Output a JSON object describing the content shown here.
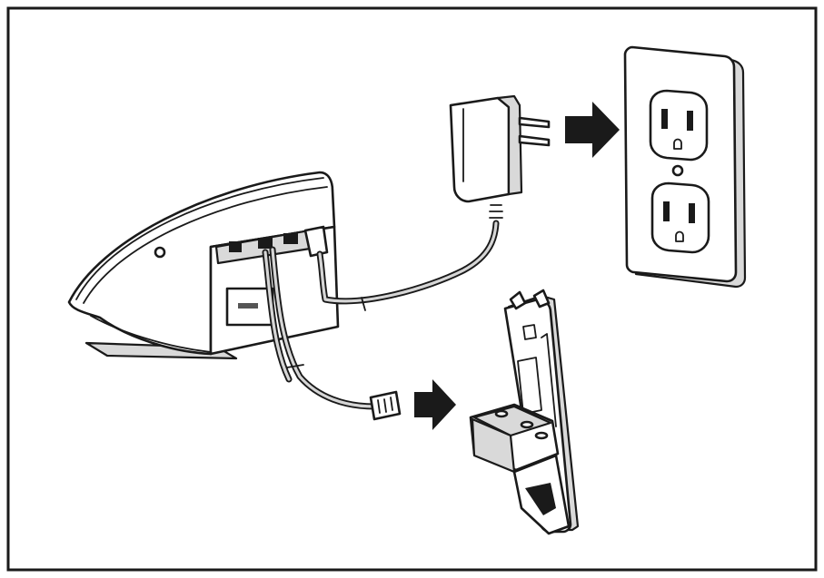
{
  "figure": {
    "parts": [
      "telephone-base",
      "power-adapter",
      "wall-outlet",
      "telephone-line-cord",
      "wall-mount-bracket"
    ],
    "arrow_color": "#1a1a1a",
    "line_color": "#1a1a1a",
    "background": "#ffffff"
  }
}
